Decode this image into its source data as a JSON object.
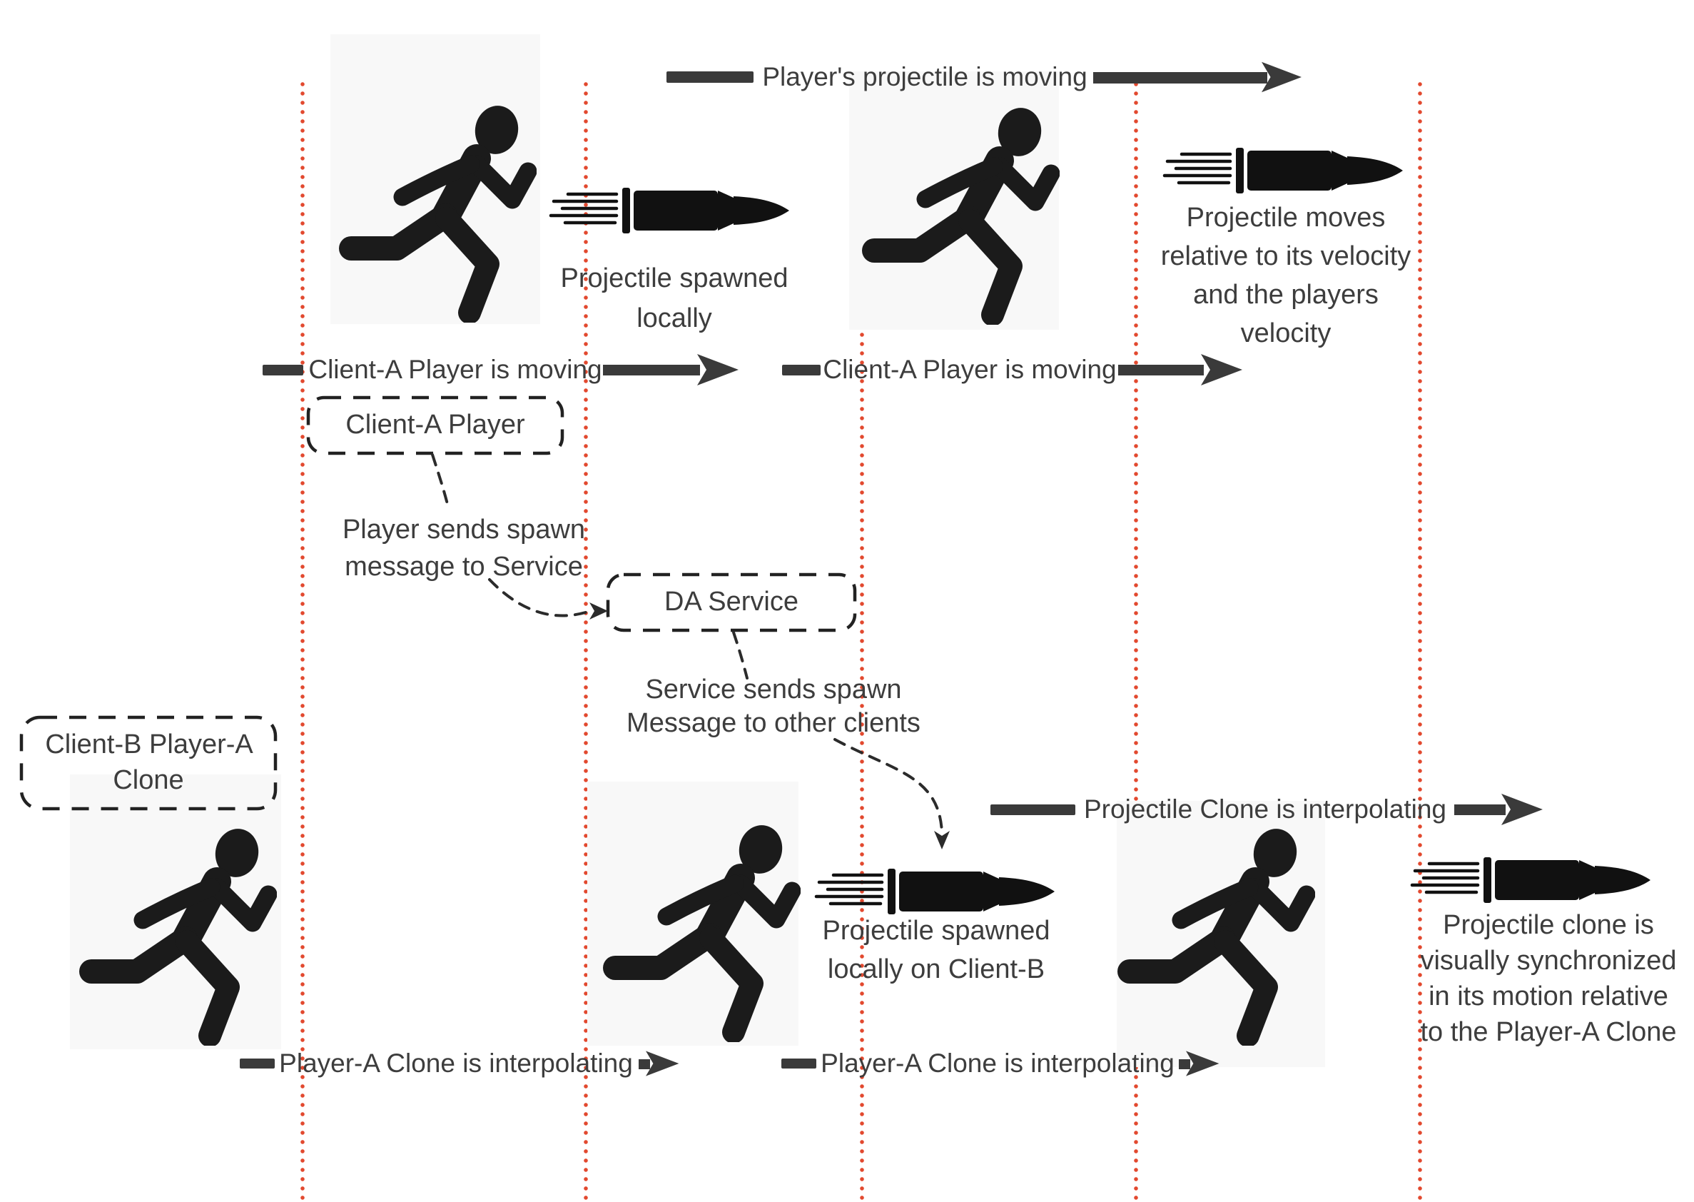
{
  "title": "Projectile network synchronization diagram",
  "colors": {
    "timeline_dot": "#e2492f",
    "ink": "#3d3d3d",
    "silhouette": "#1b1b1b",
    "arrow": "#3a3a3a"
  },
  "top_arrow": {
    "label": "Player's projectile is moving"
  },
  "lane_arrows": {
    "client_a_moving_1": "Client-A Player is moving",
    "client_a_moving_2": "Client-A Player is moving",
    "projectile_clone_interpolating": "Projectile Clone is interpolating",
    "player_a_clone_interpolating_1": "Player-A Clone is interpolating",
    "player_a_clone_interpolating_2": "Player-A Clone is interpolating"
  },
  "boxes": {
    "client_a_player": {
      "label": "Client-A Player"
    },
    "da_service": {
      "label": "DA Service"
    },
    "client_b_player_a_clone": {
      "lines": [
        "Client-B Player-A",
        "Clone"
      ]
    }
  },
  "notes": {
    "projectile_spawned_locally": {
      "lines": [
        "Projectile spawned",
        "locally"
      ]
    },
    "projectile_moves": {
      "lines": [
        "Projectile moves",
        "relative to its velocity",
        "and the players",
        "velocity"
      ]
    },
    "player_sends_spawn": {
      "lines": [
        "Player sends spawn",
        "message to Service"
      ]
    },
    "service_sends_spawn": {
      "lines": [
        "Service sends spawn",
        "Message to other clients"
      ]
    },
    "projectile_spawned_client_b": {
      "lines": [
        "Projectile spawned",
        "locally on Client-B"
      ]
    },
    "projectile_clone_synchronized": {
      "lines": [
        "Projectile clone is",
        "visually synchronized",
        "in its motion relative",
        "to the Player-A Clone"
      ]
    }
  }
}
